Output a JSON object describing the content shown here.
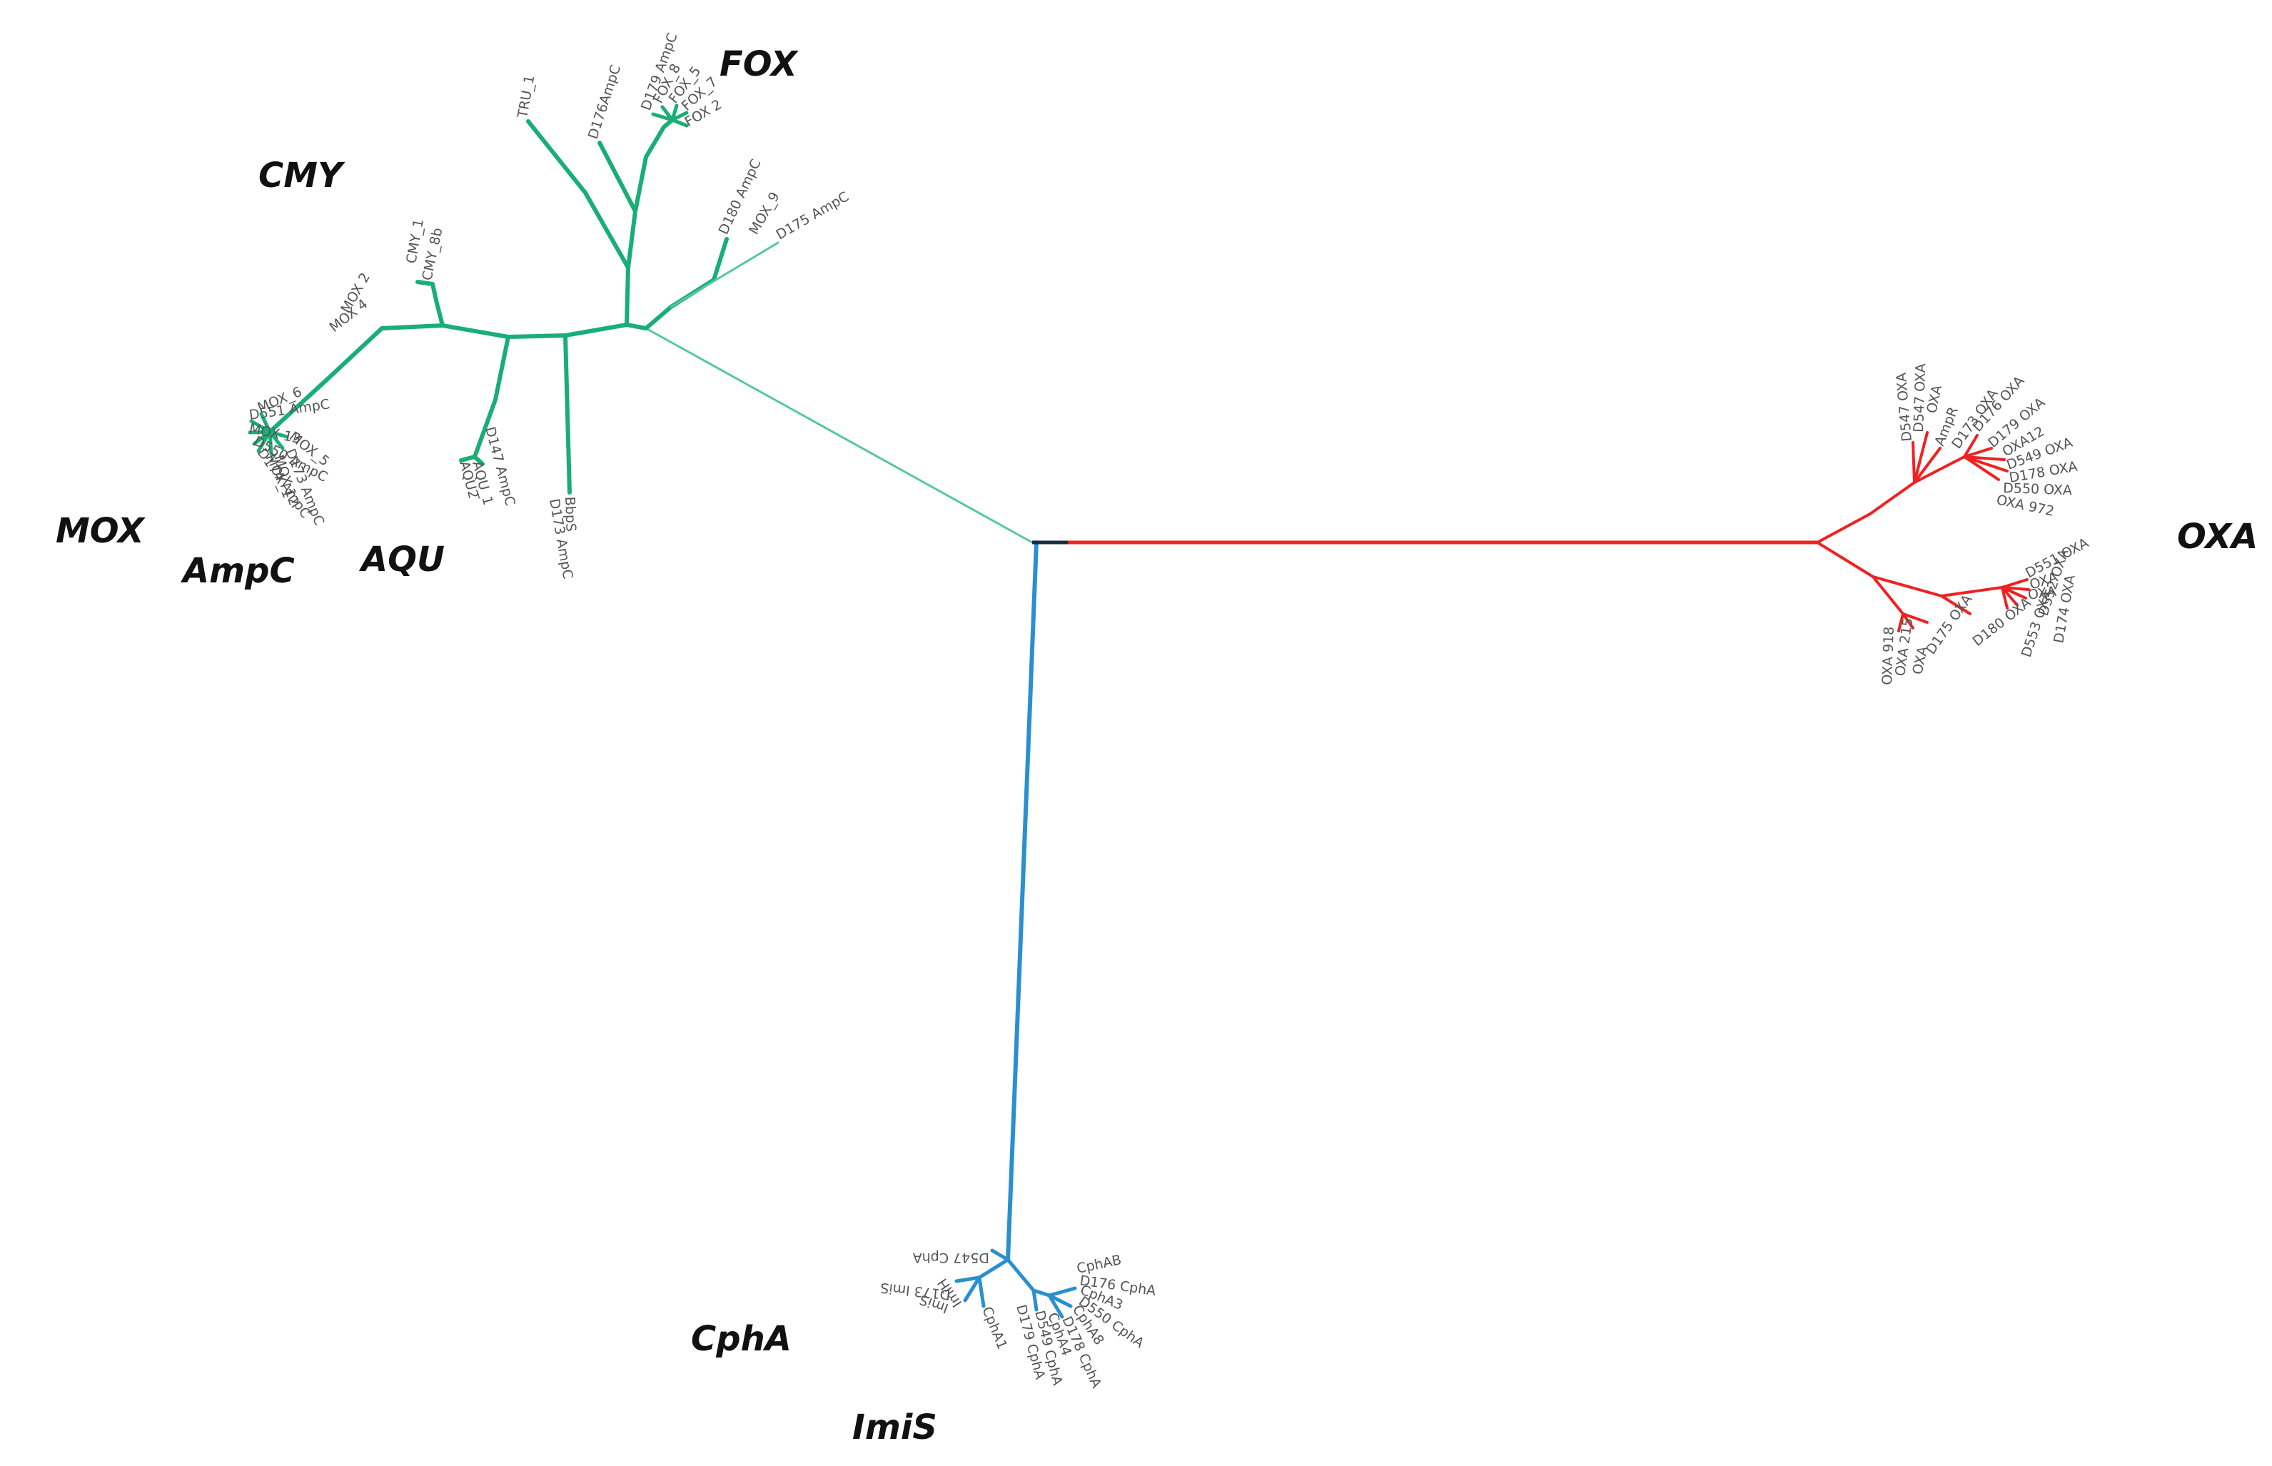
{
  "colors": {
    "ampc_group": "#1aae77",
    "ampc_thin": "#55c99a",
    "oxa_group": "#ee2222",
    "mbl_group": "#2a8fd0",
    "root": "#1a2a40"
  },
  "clades": {
    "fox": "FOX",
    "cmy": "CMY",
    "mox": "MOX",
    "ampc": "AmpC",
    "aqu": "AQU",
    "oxa": "OXA",
    "cpha": "CphA",
    "imis": "ImiS"
  },
  "leaves": {
    "tru1": "TRU_1",
    "d176ampc": "D176AmpC",
    "d179ampc": "D179 AmpC",
    "fox8": "FOX_8",
    "fox5": "FOX_5",
    "fox7": "FOX_7",
    "fox2": "FOX 2",
    "d180ampc": "D180 AmpC",
    "mox9": "MOX_9",
    "d175ampc": "D175 AmpC",
    "cmy8b": "CMY_8b",
    "cmy1": "CMY_1",
    "mox2": "MOX 2",
    "mox4": "MOX 4",
    "mox6": "MOX_6",
    "d551ampc": "D551 AmpC",
    "mox13": "MOX 13",
    "d550ampc": "D550 AmpC",
    "d174ampc": "D174 AmpC",
    "mox1": "MOX_1",
    "mox12": "MOX 12",
    "mox5": "MOX_5",
    "d173mox": "D173 AmpC",
    "aqu2": "AQU2",
    "aqu1": "AQU_1",
    "d147ampc": "D147 AmpC",
    "d173ampc": "D173 AmpC",
    "bbps": "BbpS",
    "d547oxa": "D547 OXA",
    "d547oxa2": "D547 OXA",
    "oxa": "OXA",
    "ampr": "AmpR",
    "d173oxa": "D173 OXA",
    "d176oxa": "D176 OXA",
    "d179oxa": "D179 OXA",
    "oxa12": "OXA12",
    "d549oxa": "D549 OXA",
    "d178oxa": "D178 OXA",
    "d550oxa": "D550 OXA",
    "oxa972": "OXA 972",
    "d551oxa": "D551 OXA",
    "oxa_b": "OXA",
    "oxa_c": "OXA",
    "d552oxa": "D552 OXA",
    "d174oxa": "D174 OXA",
    "d553oxa": "D553 OXA",
    "d180oxa": "D180 OXA",
    "d175oxa": "D175 OXA",
    "oxa215": "OXA 215",
    "oxa_d": "OXA",
    "oxa918": "OXA 918",
    "d547cpha": "D547 CphA",
    "d173imis": "D173 ImiS",
    "imis": "ImiS",
    "imih": "ImiH",
    "cpha1": "CphA1",
    "d179cpha": "D179 CphA",
    "d549cpha": "D549 CphA",
    "cpha4": "CphA4",
    "d178cpha": "D178 CphA",
    "cpha8": "CphA8",
    "d550cpha": "D550 CphA",
    "cpha3": "CphA3",
    "d176cpha": "D176 CphA",
    "cphab": "CphAB"
  }
}
